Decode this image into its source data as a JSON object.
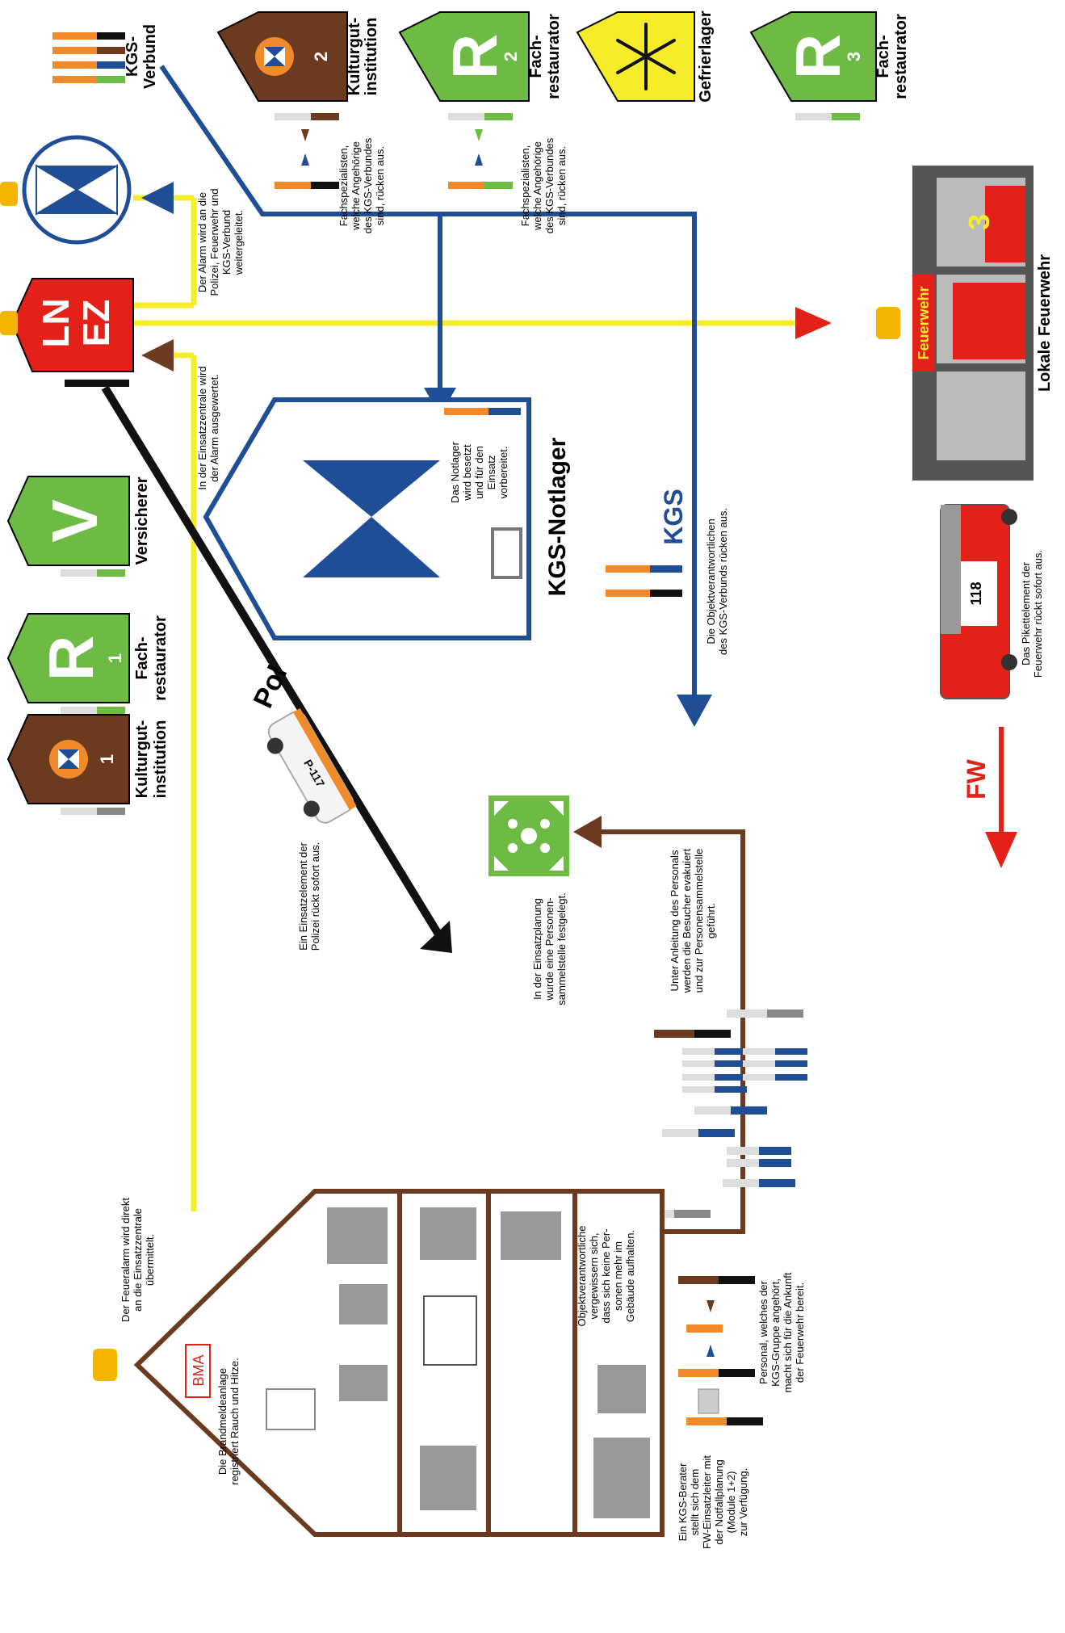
{
  "signs": {
    "kulturgut1": {
      "num": "1",
      "label1": "Kulturgut-",
      "label2": "institution"
    },
    "fach1": {
      "letter": "R",
      "num": "1",
      "label1": "Fach-",
      "label2": "restaurator"
    },
    "versicherer": {
      "letter": "V",
      "label": "Versicherer"
    },
    "kulturgut2": {
      "num": "2",
      "label1": "Kulturgut-",
      "label2": "institution"
    },
    "fach2": {
      "letter": "R",
      "num": "2",
      "label1": "Fach-",
      "label2": "restaurator"
    },
    "gefrier": {
      "label": "Gefrierlager"
    },
    "fach3": {
      "letter": "R",
      "num": "3",
      "label1": "Fach-",
      "label2": "restaurator"
    },
    "lnez": {
      "line1": "LN",
      "line2": "EZ"
    }
  },
  "texts": {
    "kgs_verbund": [
      "KGS-",
      "Verbund"
    ],
    "fachspez": [
      "Fachspezialisten,",
      "welche Angehörige",
      "des KGS-Verbundes",
      "sind, rücken aus."
    ],
    "alarm_weiter": [
      "Der Alarm wird an die",
      "Polizei, Feuerwehr und",
      "KGS-Verbund",
      "weitergeleitet."
    ],
    "alarm_ausgewertet": [
      "In der Einsatzzentrale wird",
      "der Alarm ausgewertet."
    ],
    "notlager_title": "KGS-Notlager",
    "notlager_text": [
      "Das Notlager",
      "wird besetzt",
      "und für den",
      "Einsatz",
      "vorbereitet."
    ],
    "kgs_big": "KGS",
    "objektverantw_rueck": [
      "Die Objektverantwortlichen",
      "des KGS-Verbunds rücken aus."
    ],
    "pol_big": "Pol",
    "police_text": [
      "Ein Einsatzelement der",
      "Polizei rückt sofort aus."
    ],
    "police_plate": "P-117",
    "sammel_text": [
      "In der Einsatzplanung",
      "wurde eine Personen-",
      "sammelstelle festgelegt."
    ],
    "evakuiert": [
      "Unter Anleitung des Personals",
      "werden die Besucher evakuiert",
      "und zur Personensammelstelle",
      "geführt."
    ],
    "feueralarm": [
      "Der Feueralarm wird direkt",
      "an die Einsatzzentrale",
      "übermittelt."
    ],
    "bma_label": "BMA",
    "bma_text": [
      "Die Brandmeldeanlage",
      "registriert Rauch und Hitze."
    ],
    "objekt_text": [
      "Objektverantwortliche",
      "vergewissern sich,",
      "dass sich keine Per-",
      "sonen mehr im",
      "Gebäude aufhalten."
    ],
    "personal_text": [
      "Personal, welches der",
      "KGS-Gruppe angehört,",
      "macht sich für die Ankunft",
      "der Feuerwehr bereit."
    ],
    "berater_text": [
      "Ein KGS-Berater",
      "stellt sich dem",
      "FW-Einsatzleiter mit",
      "der Notfallplanung",
      "(Module 1+2)",
      "zur Verfügung."
    ],
    "feuerwehr_sign": "Feuerwehr",
    "station_num": "3",
    "lokale_fw": "Lokale Feuerwehr",
    "truck_num": "118",
    "pikett_text": [
      "Das Pikettelement der",
      "Feuerwehr rückt sofort aus."
    ],
    "fw_big": "FW"
  },
  "colors": {
    "brown": "#6b3a1f",
    "green": "#6dbb45",
    "blue_dark": "#1f4e97",
    "yellow": "#f7ec2a",
    "red": "#e32119",
    "orange": "#f18a2a",
    "black": "#111111",
    "grey": "#8a8a8a"
  }
}
